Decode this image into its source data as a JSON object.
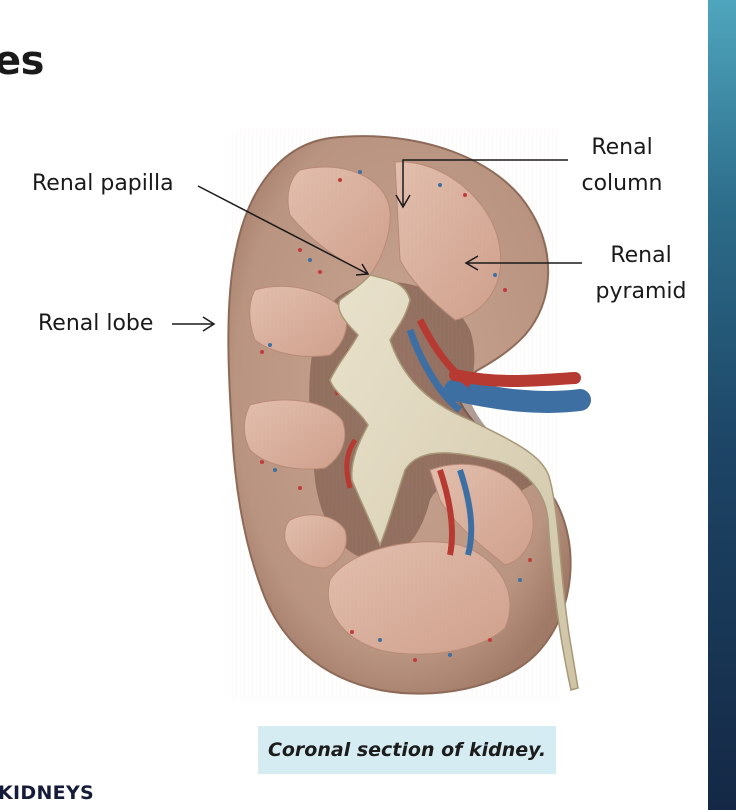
{
  "slide": {
    "title_fragment": "es",
    "footer_fragment": "KIDNEYS",
    "caption": "Coronal section of kidney.",
    "accent_bar_color": "#2d6e8b",
    "caption_bg_color": "#d6ecf3"
  },
  "diagram": {
    "subject": "kidney-coronal-section",
    "labels": {
      "renal_papilla": "Renal papilla",
      "renal_column_line1": "Renal",
      "renal_column_line2": "column",
      "renal_pyramid_line1": "Renal",
      "renal_pyramid_line2": "pyramid",
      "renal_lobe": "Renal lobe"
    }
  }
}
